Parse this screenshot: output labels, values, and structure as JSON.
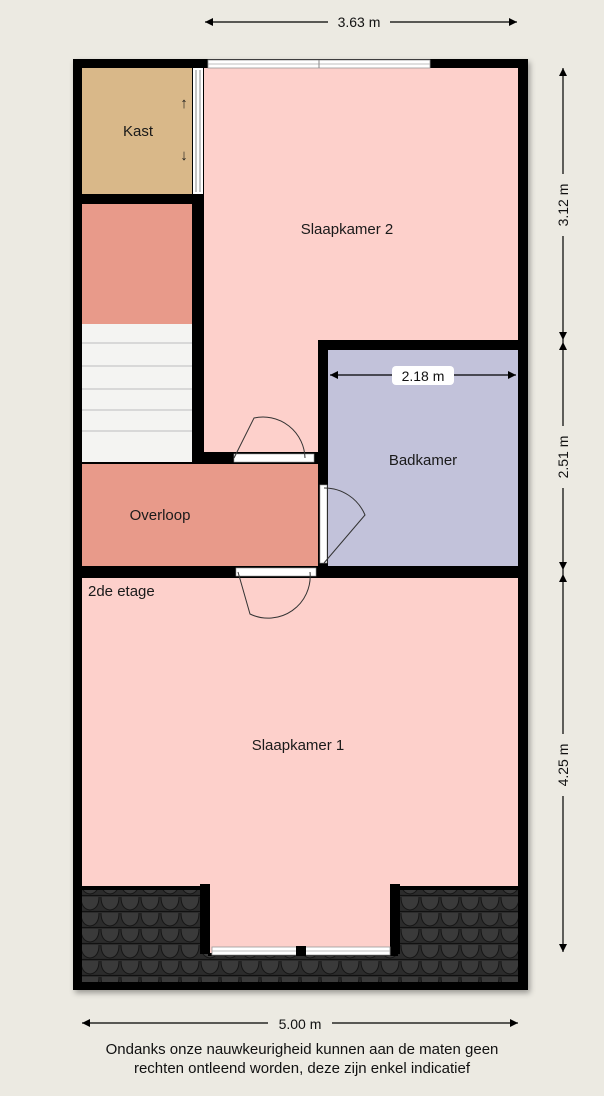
{
  "dimensions": {
    "top_width": "3.63 m",
    "right_upper": "3.12 m",
    "right_middle": "2.51 m",
    "right_lower": "4.25 m",
    "bottom_width": "5.00 m",
    "bathroom_width": "2.18 m"
  },
  "rooms": {
    "kast": "Kast",
    "slaapkamer_2": "Slaapkamer 2",
    "badkamer": "Badkamer",
    "overloop": "Overloop",
    "slaapkamer_1": "Slaapkamer 1"
  },
  "floor_label": "2de etage",
  "disclaimer": {
    "line1": "Ondanks onze nauwkeurigheid kunnen aan de maten geen",
    "line2": "rechten ontleend worden, deze zijn enkel indicatief"
  },
  "colors": {
    "background": "#eceae2",
    "bedroom": "#fdd0cb",
    "closet": "#d9b889",
    "stair_landing": "#e89a8a",
    "bathroom": "#c2c2da",
    "wall": "#000000",
    "roof_tiles": "#2b2b2b"
  }
}
